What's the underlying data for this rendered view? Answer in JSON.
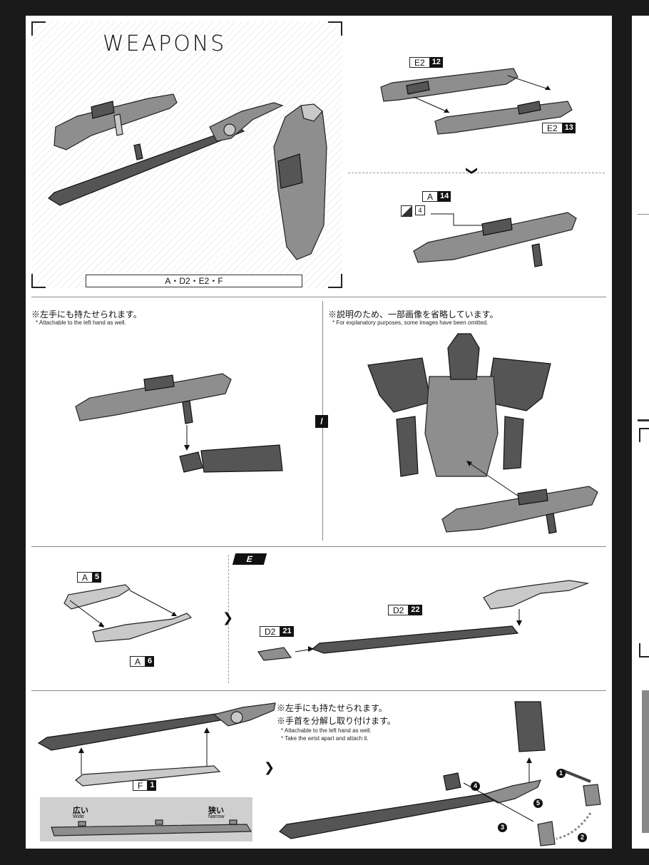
{
  "title": "WEAPONS",
  "parts_list": "A・D2・E2・F",
  "tags": {
    "e2_12": {
      "letter": "E2",
      "num": "12"
    },
    "e2_13": {
      "letter": "E2",
      "num": "13"
    },
    "a_14": {
      "letter": "A",
      "num": "14"
    },
    "a_5": {
      "letter": "A",
      "num": "5"
    },
    "a_6": {
      "letter": "A",
      "num": "6"
    },
    "d2_22": {
      "letter": "D2",
      "num": "22"
    },
    "d2_21": {
      "letter": "D2",
      "num": "21"
    },
    "f_1": {
      "letter": "F",
      "num": "1"
    }
  },
  "small_part_num": "4",
  "notes": {
    "left_hand_jp": "※左手にも持たせられます。",
    "left_hand_en": "* Attachable to the left hand as well.",
    "omitted_jp": "※説明のため、一部画像を省略しています。",
    "omitted_en": "* For explanatory purposes, some images have been omitted.",
    "left_hand2_jp": "※左手にも持たせられます。",
    "wrist_jp": "※手首を分解し取り付けます。",
    "left_hand2_en": "* Attachable to the left hand as well.",
    "wrist_en": "* Take the wrist apart and attach it."
  },
  "e_badge": "E",
  "wide_narrow": {
    "wide_jp": "広い",
    "wide_en": "Wide",
    "narrow_jp": "狭い",
    "narrow_en": "Narrow"
  },
  "steps": [
    "1",
    "2",
    "3",
    "4",
    "5"
  ],
  "chevron": "❯"
}
